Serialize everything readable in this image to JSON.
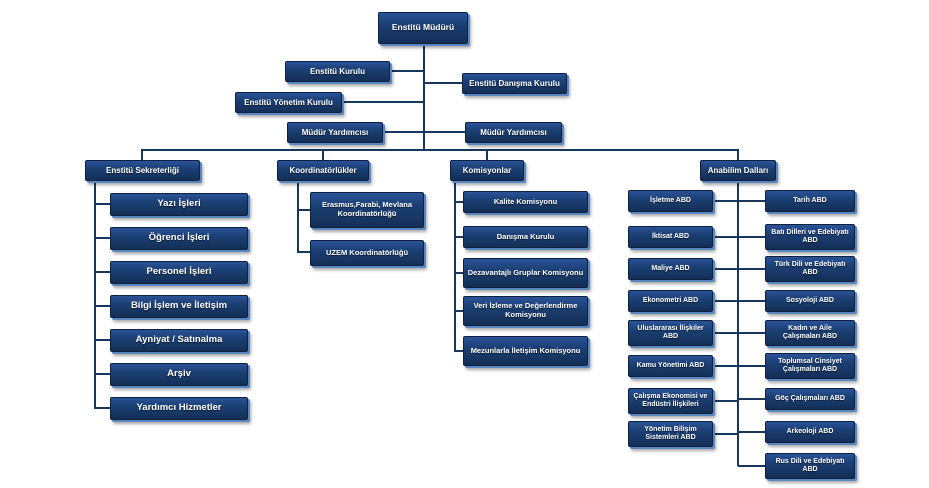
{
  "colors": {
    "box": "#17375E",
    "box_highlight": "#2A5298",
    "bevel_edge": "#5B87C0",
    "line": "#17375E",
    "text": "#FFFFFF",
    "background": "#FFFFFF"
  },
  "root": {
    "label": "Enstitü Müdürü"
  },
  "level2": [
    {
      "label": "Enstitü Kurulu"
    },
    {
      "label": "Enstitü Danışma Kurulu"
    },
    {
      "label": "Enstitü Yönetim Kurulu"
    },
    {
      "label": "Müdür Yardımcısı"
    },
    {
      "label": "Müdür Yardımcısı"
    }
  ],
  "branches": {
    "sekreterlik": {
      "label": "Enstitü Sekreterliği",
      "items": [
        "Yazı İşleri",
        "Öğrenci İşleri",
        "Personel İşleri",
        "Bilgi İşlem ve İletişim",
        "Ayniyat / Satınalma",
        "Arşiv",
        "Yardımcı Hizmetler"
      ]
    },
    "koordinatorlukler": {
      "label": "Koordinatörlükler",
      "items": [
        "Erasmus,Farabi, Mevlana Koordinatörlüğü",
        "UZEM Koordinatörlüğü"
      ]
    },
    "komisyonlar": {
      "label": "Komisyonlar",
      "items": [
        "Kalite Komisyonu",
        "Danışma Kurulu",
        "Dezavantajlı Gruplar Komisyonu",
        "Veri İzleme ve Değerlendirme Komisyonu",
        "Mezunlarla İletişim Komisyonu"
      ]
    },
    "anabilim_dallari": {
      "label": "Anabilim Dalları",
      "left_items": [
        "İşletme ABD",
        "İktisat ABD",
        "Maliye ABD",
        "Ekonometri ABD",
        "Uluslararası İlişkiler ABD",
        "Kamu Yönetimi ABD",
        "Çalışma Ekonomisi ve Endüstri İlişkileri",
        "Yönetim Bilişim Sistemleri ABD"
      ],
      "right_items": [
        "Tarih ABD",
        "Batı Dilleri ve Edebiyatı ABD",
        "Türk Dili ve Edebiyatı ABD",
        "Sosyoloji ABD",
        "Kadın ve Aile Çalışmaları ABD",
        "Toplumsal Cinsiyet Çalışmaları ABD",
        "Göç Çalışmaları ABD",
        "Arkeoloji ABD",
        "Rus Dili ve Edebiyatı ABD"
      ]
    }
  }
}
